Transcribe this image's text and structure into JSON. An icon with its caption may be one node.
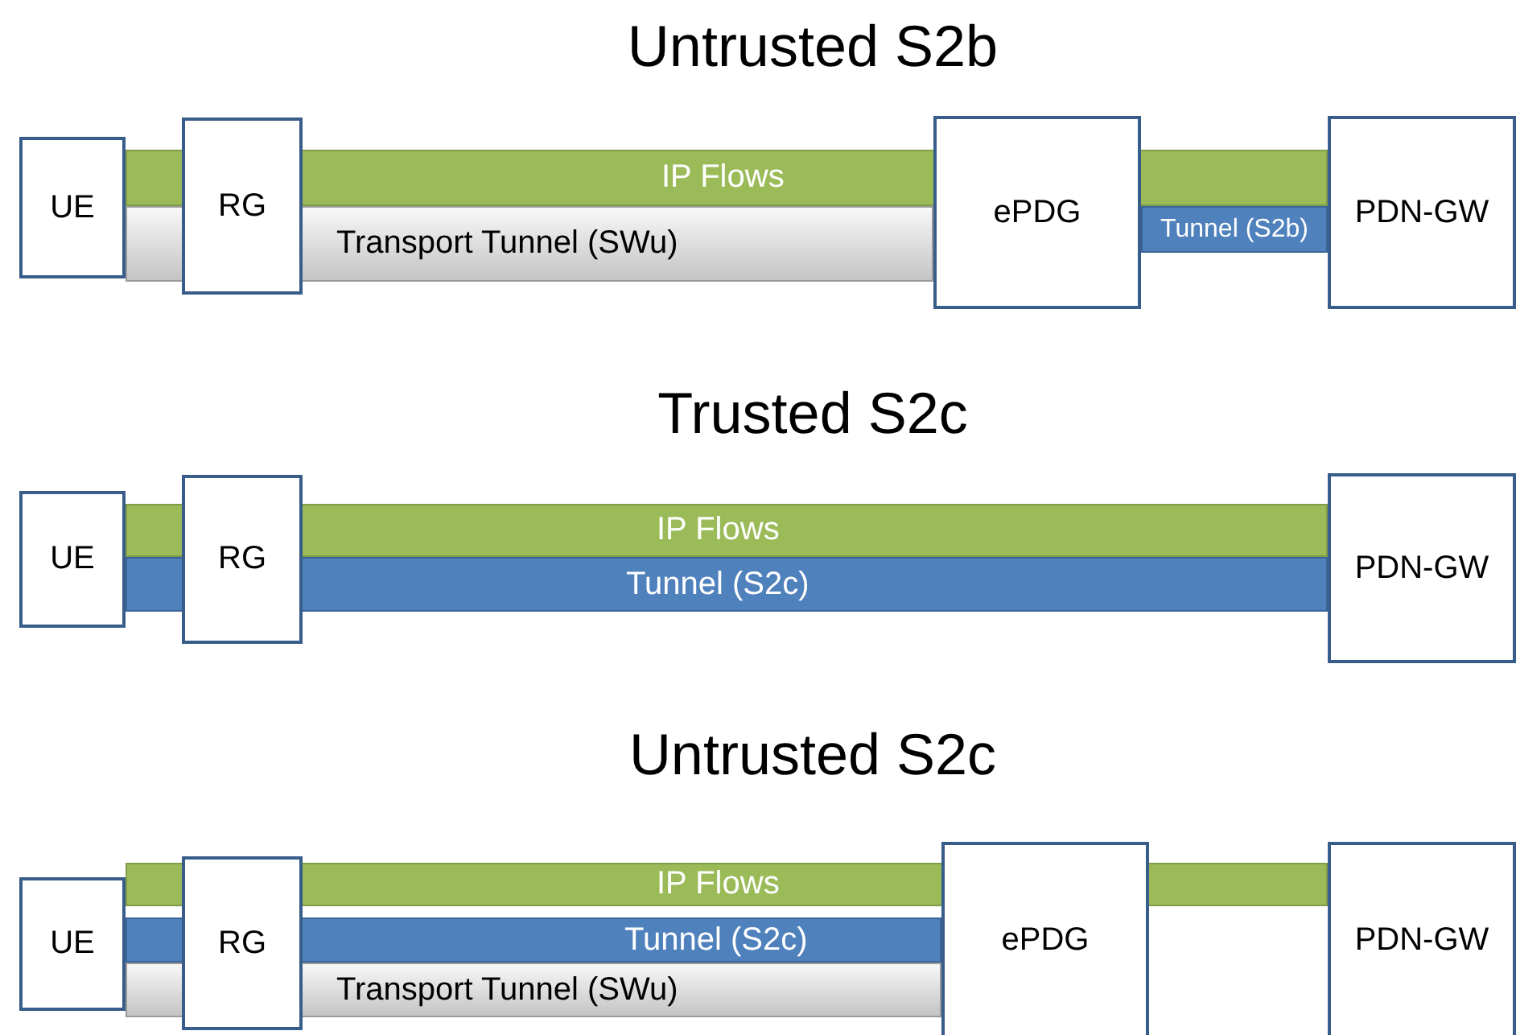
{
  "diagram": {
    "nodes": [
      {
        "text": [
          "UE"
        ]
      },
      {
        "text": [
          "RG"
        ]
      },
      {
        "text": [
          "ePDG"
        ]
      },
      {
        "text": [
          "PDN-GW"
        ]
      },
      {
        "text": [
          "IP Flows"
        ]
      },
      {
        "text": [
          "Transport Tunnel (SWu)"
        ]
      },
      {
        "text": [
          "Tunnel (S2b)"
        ]
      },
      {
        "text": [
          "UE"
        ]
      },
      {
        "text": [
          "RG"
        ]
      },
      {
        "text": [
          "PDN-GW"
        ]
      },
      {
        "text": [
          "IP Flows"
        ]
      },
      {
        "text": [
          "Tunnel (S2c)"
        ]
      },
      {
        "text": [
          "UE"
        ]
      },
      {
        "text": [
          "RG"
        ]
      },
      {
        "text": [
          "ePDG"
        ]
      },
      {
        "text": [
          "PDN-GW"
        ]
      },
      {
        "text": [
          "IP Flows"
        ]
      },
      {
        "text": [
          "Tunnel (S2c)"
        ]
      },
      {
        "text": [
          "Transport Tunnel (SWu)"
        ]
      }
    ],
    "labels": [
      "Untrusted S2b",
      "Trusted S2c",
      "Untrusted S2c"
    ]
  }
}
